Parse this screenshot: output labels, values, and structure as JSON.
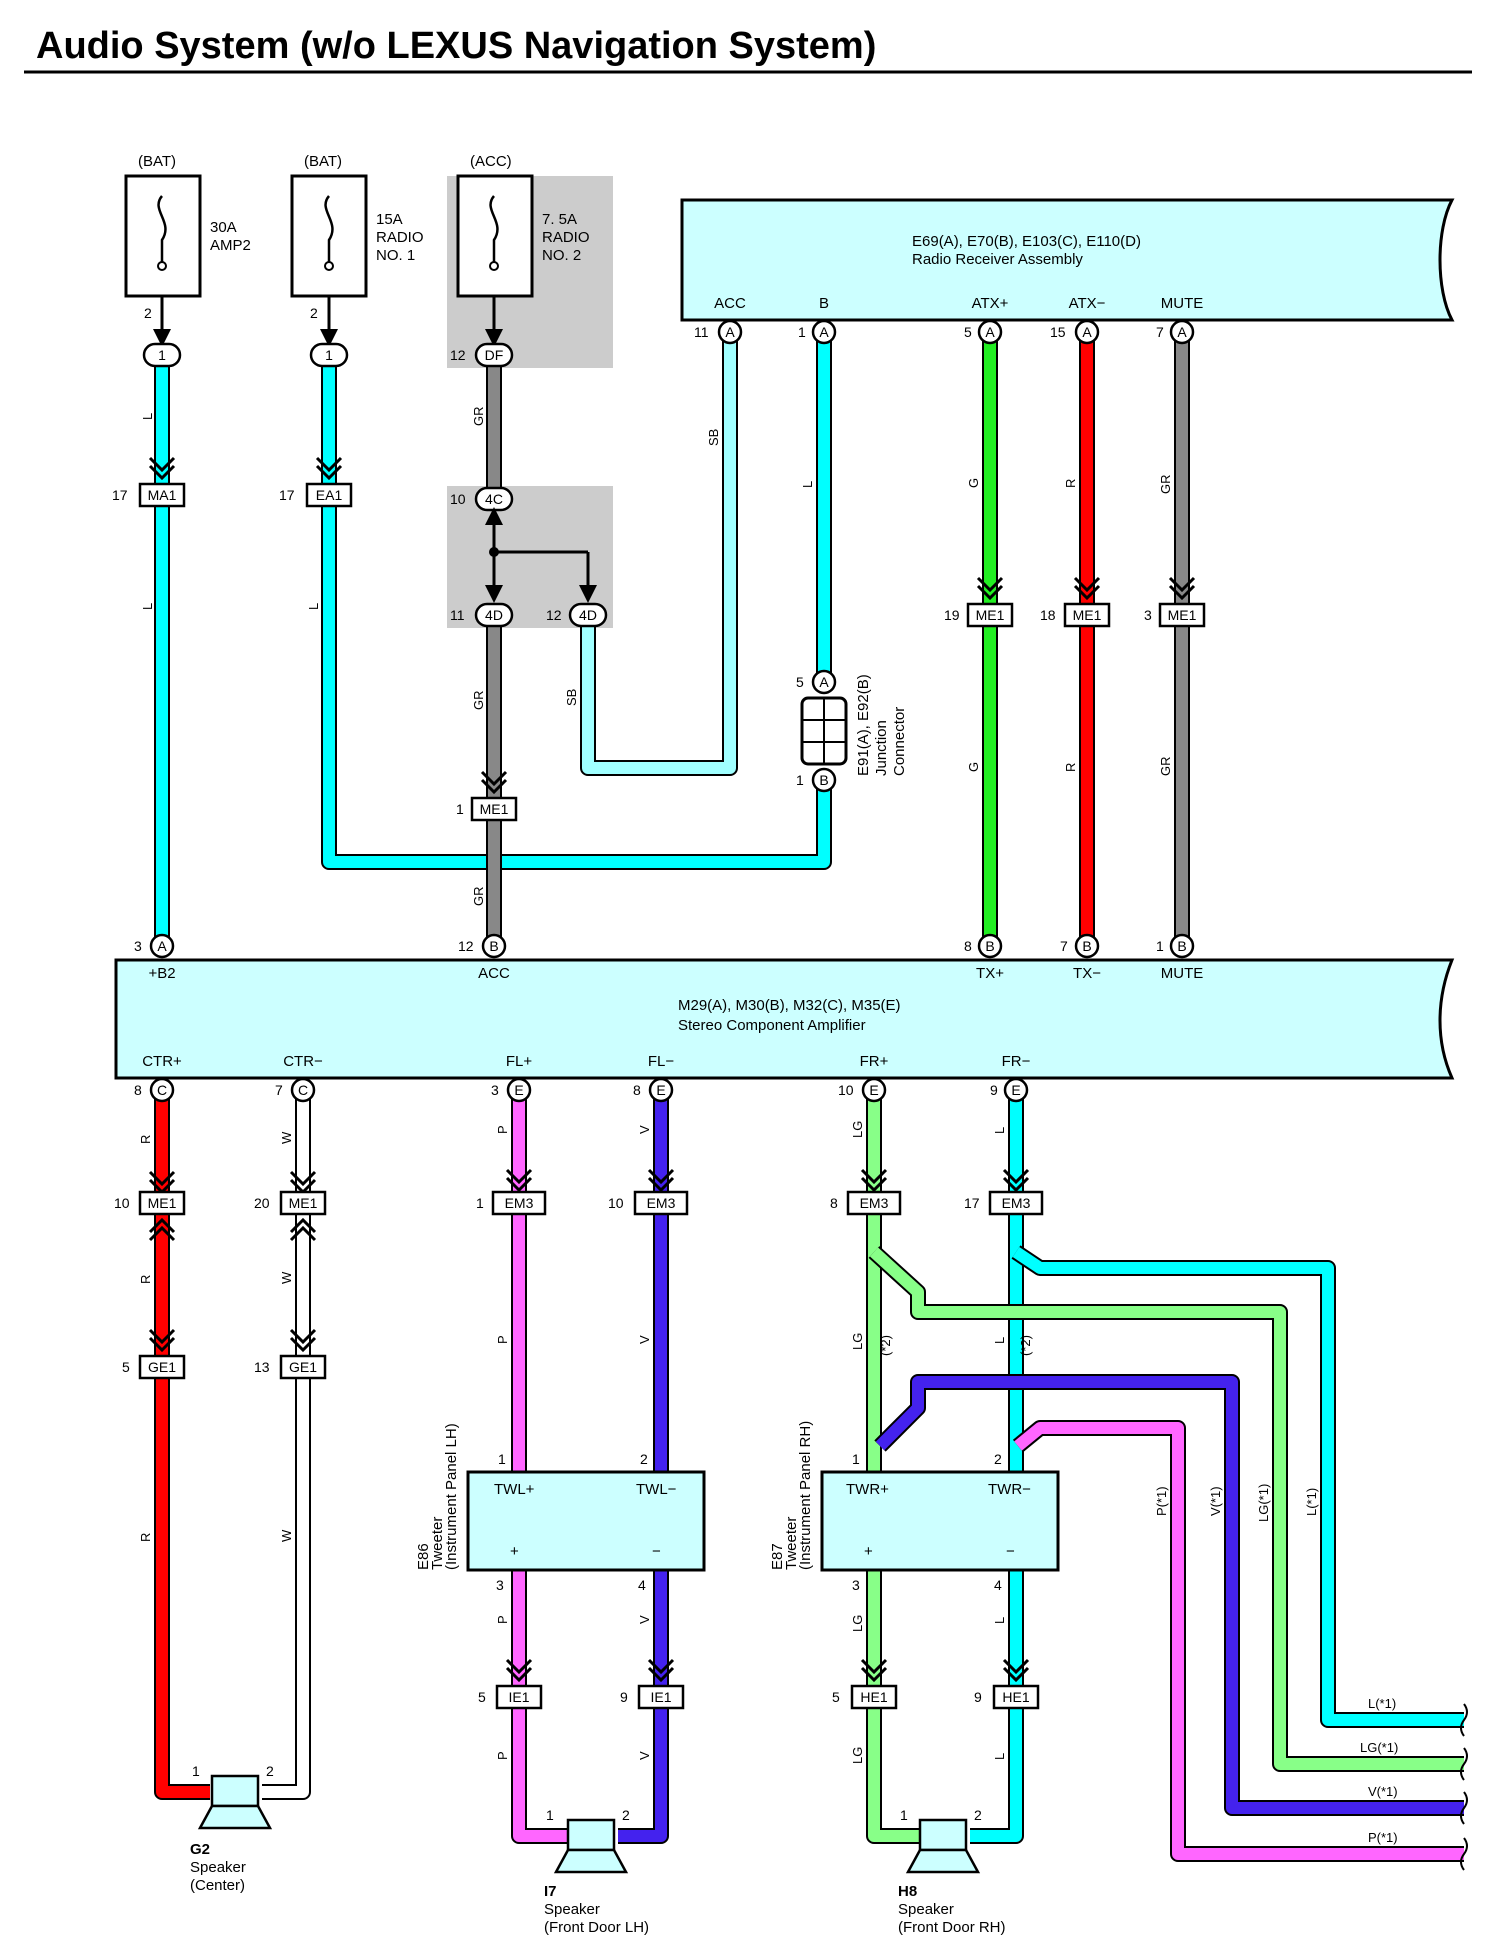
{
  "title": "Audio System (w/o LEXUS Navigation System)",
  "fuses": [
    {
      "source": "(BAT)",
      "rating": "30A",
      "name1": "AMP2",
      "name2": "",
      "pin": "2",
      "conn": "1"
    },
    {
      "source": "(BAT)",
      "rating": "15A",
      "name1": "RADIO",
      "name2": "NO. 1",
      "pin": "2",
      "conn": "1"
    },
    {
      "source": "(ACC)",
      "rating": "7. 5A",
      "name1": "RADIO",
      "name2": "NO. 2",
      "pin": "12",
      "conn": "DF"
    }
  ],
  "radio": {
    "codes": "E69(A), E70(B), E103(C), E110(D)",
    "name": "Radio Receiver Assembly",
    "terminals": [
      {
        "label": "ACC",
        "pin": "11",
        "c": "A"
      },
      {
        "label": "B",
        "pin": "1",
        "c": "A"
      },
      {
        "label": "ATX+",
        "pin": "5",
        "c": "A"
      },
      {
        "label": "ATX−",
        "pin": "15",
        "c": "A"
      },
      {
        "label": "MUTE",
        "pin": "7",
        "c": "A"
      }
    ]
  },
  "amp": {
    "codes": "M29(A), M30(B), M32(C), M35(E)",
    "name": "Stereo Component Amplifier",
    "top": [
      {
        "label": "+B2",
        "pin": "3",
        "c": "A"
      },
      {
        "label": "ACC",
        "pin": "12",
        "c": "B"
      },
      {
        "label": "TX+",
        "pin": "8",
        "c": "B"
      },
      {
        "label": "TX−",
        "pin": "7",
        "c": "B"
      },
      {
        "label": "MUTE",
        "pin": "1",
        "c": "B"
      }
    ],
    "bottom": [
      {
        "label": "CTR+",
        "pin": "8",
        "c": "C"
      },
      {
        "label": "CTR−",
        "pin": "7",
        "c": "C"
      },
      {
        "label": "FL+",
        "pin": "3",
        "c": "E"
      },
      {
        "label": "FL−",
        "pin": "8",
        "c": "E"
      },
      {
        "label": "FR+",
        "pin": "10",
        "c": "E"
      },
      {
        "label": "FR−",
        "pin": "9",
        "c": "E"
      }
    ]
  },
  "junction": {
    "codes": "E91(A), E92(B)",
    "l1": "Junction",
    "l2": "Connector",
    "pin_a": "5",
    "ca": "A",
    "pin_b": "1",
    "cb": "B"
  },
  "connectors": {
    "ma1": {
      "pin": "17",
      "name": "MA1"
    },
    "ea1": {
      "pin": "17",
      "name": "EA1"
    },
    "c4c": {
      "pin": "10",
      "name": "4C"
    },
    "c4d1": {
      "pin": "11",
      "name": "4D"
    },
    "c4d2": {
      "pin": "12",
      "name": "4D"
    },
    "me1_acc": {
      "pin": "1",
      "name": "ME1"
    },
    "me1_atxp": {
      "pin": "19",
      "name": "ME1"
    },
    "me1_atxm": {
      "pin": "18",
      "name": "ME1"
    },
    "me1_mute": {
      "pin": "3",
      "name": "ME1"
    },
    "me1_ctrp": {
      "pin": "10",
      "name": "ME1"
    },
    "me1_ctrm": {
      "pin": "20",
      "name": "ME1"
    },
    "em3_flp": {
      "pin": "1",
      "name": "EM3"
    },
    "em3_flm": {
      "pin": "10",
      "name": "EM3"
    },
    "em3_frp": {
      "pin": "8",
      "name": "EM3"
    },
    "em3_frm": {
      "pin": "17",
      "name": "EM3"
    },
    "ge1_ctrp": {
      "pin": "5",
      "name": "GE1"
    },
    "ge1_ctrm": {
      "pin": "13",
      "name": "GE1"
    },
    "ie1_p": {
      "pin": "5",
      "name": "IE1"
    },
    "ie1_m": {
      "pin": "9",
      "name": "IE1"
    },
    "he1_p": {
      "pin": "5",
      "name": "HE1"
    },
    "he1_m": {
      "pin": "9",
      "name": "HE1"
    }
  },
  "tweeters": [
    {
      "code": "E86",
      "name": "Tweeter",
      "sub": "(Instrument Panel LH)",
      "t1": "TWL+",
      "t2": "TWL−",
      "plus": "+",
      "minus": "−",
      "p1": "1",
      "p2": "2",
      "p3": "3",
      "p4": "4"
    },
    {
      "code": "E87",
      "name": "Tweeter",
      "sub": "(Instrument Panel RH)",
      "t1": "TWR+",
      "t2": "TWR−",
      "plus": "+",
      "minus": "−",
      "p1": "1",
      "p2": "2",
      "p3": "3",
      "p4": "4"
    }
  ],
  "speakers": [
    {
      "code": "G2",
      "name": "Speaker",
      "sub": "(Center)",
      "p1": "1",
      "p2": "2"
    },
    {
      "code": "I7",
      "name": "Speaker",
      "sub": "(Front Door LH)",
      "p1": "1",
      "p2": "2"
    },
    {
      "code": "H8",
      "name": "Speaker",
      "sub": "(Front Door RH)",
      "p1": "1",
      "p2": "2"
    }
  ],
  "wire_labels": {
    "L": "L",
    "GR": "GR",
    "SB": "SB",
    "G": "G",
    "R": "R",
    "W": "W",
    "P": "P",
    "V": "V",
    "LG": "LG",
    "star2": "(*2)",
    "P1": "P(*1)",
    "V1": "V(*1)",
    "LG1": "LG(*1)",
    "L1": "L(*1)"
  },
  "colors": {
    "L": "#00ffff",
    "SB": "#a0ffff",
    "GR": "#888888",
    "G": "#22ee22",
    "R": "#ff0000",
    "W": "#ffffff",
    "P": "#ff66ff",
    "V": "#4422ee",
    "LG": "#88ff88",
    "box_fill": "#ccffff",
    "relay_bg": "#cccccc"
  }
}
